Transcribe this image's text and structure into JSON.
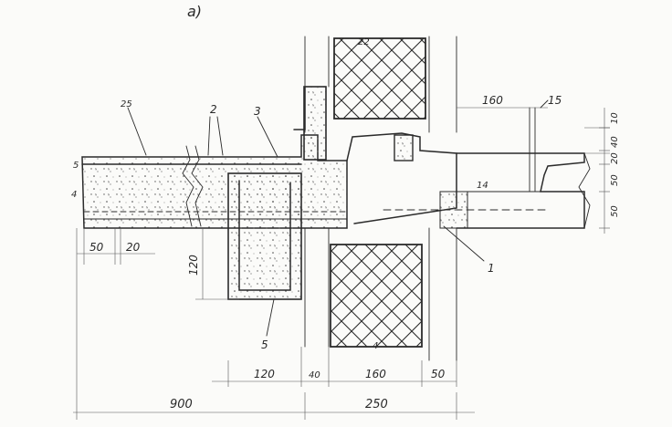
{
  "figure_label": "а)",
  "callouts": {
    "c1": "1",
    "c2": "2",
    "c3": "3",
    "c4": "4",
    "c5": "5",
    "c14": "14",
    "c15": "15",
    "c22": "22",
    "c25": "25",
    "c5_left": "5",
    "c4_left": "4"
  },
  "dimensions": {
    "top_160": "160",
    "top_15": "15",
    "left_50": "50",
    "left_20": "20",
    "vert_120": "120",
    "bottom_120": "120",
    "bottom_40": "40",
    "bottom_160": "160",
    "bottom_50": "50",
    "bottom_900": "900",
    "bottom_250": "250",
    "right_10": "10",
    "right_40": "40",
    "right_20": "20",
    "right_50a": "50",
    "right_50b": "50"
  }
}
